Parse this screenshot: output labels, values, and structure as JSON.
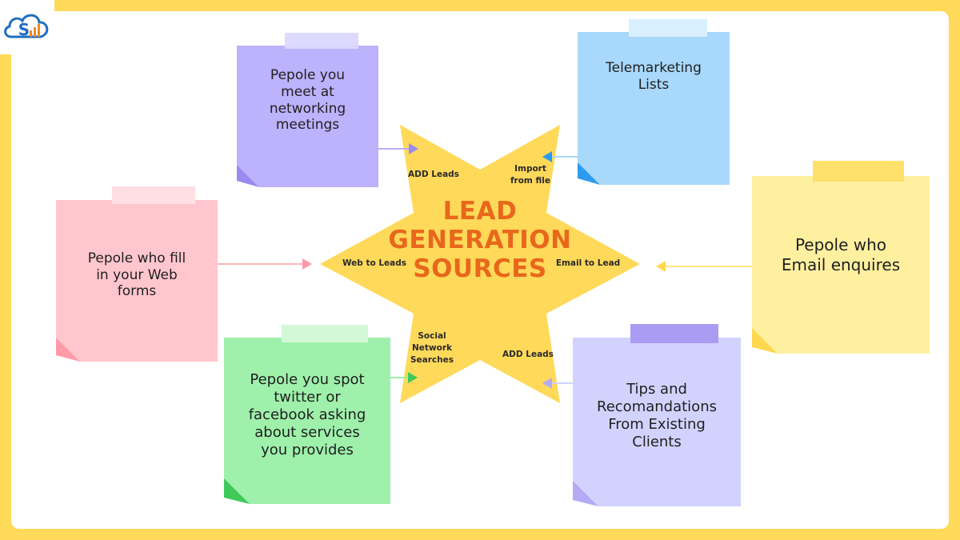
{
  "logo": {
    "icon": "cloud-chart-logo",
    "letter": "S"
  },
  "center": {
    "title_lines": [
      "LEAD",
      "GENERATION",
      "SOURCES"
    ],
    "color": "#e8671b",
    "star_color": "#ffd95a"
  },
  "star_labels": {
    "add_leads_top": "ADD Leads",
    "import_from_file": "Import\nfrom file",
    "web_to_leads": "Web to Leads",
    "email_to_lead": "Email to Lead",
    "social_network_searches": "Social\nNetwork\nSearches",
    "add_leads_bottom": "ADD Leads"
  },
  "notes": {
    "networking": {
      "text": "Pepole you\nmeet at\nnetworking\nmeetings",
      "color": "#bdb2fc",
      "accent": "#9b8af0"
    },
    "telemarketing": {
      "text": "Telemarketing\nLists",
      "color": "#a8d8fb",
      "accent": "#2d9bf0"
    },
    "web_forms": {
      "text": "Pepole who fill\nin your Web\nforms",
      "color": "#ffc6cd",
      "accent": "#ff9aa8"
    },
    "email_enquires": {
      "text": "Pepole who\nEmail enquires",
      "color": "#fff0a0",
      "accent": "#ffd84f"
    },
    "social": {
      "text": "Pepole you spot\ntwitter or\nfacebook asking\nabout services\nyou provides",
      "color": "#9ef0aa",
      "accent": "#3ec95a"
    },
    "referrals": {
      "text": "Tips and\nRecomandations\nFrom Existing\nClients",
      "color": "#d2d2ff",
      "accent": "#b4aaf5"
    }
  }
}
